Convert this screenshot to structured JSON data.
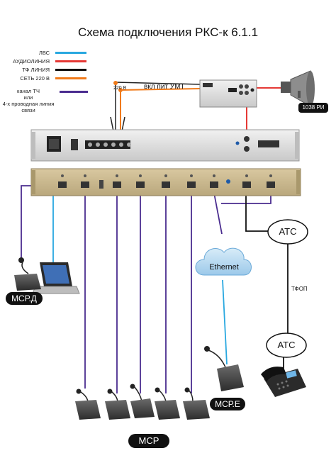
{
  "title": "Схема подключения РКС-к 6.1.1",
  "legend": [
    {
      "label": "ЛВС",
      "color": "#29a8e0"
    },
    {
      "label": "АУДИОЛИНИЯ",
      "color": "#e53935"
    },
    {
      "label": "ТФ ЛИНИЯ",
      "color": "#111111"
    },
    {
      "label": "СЕТЬ 220 В",
      "color": "#f07a1a"
    },
    {
      "label": "канал ТЧ\nили\n4-х проводная линия\nсвязи",
      "color": "#4a2c8f"
    }
  ],
  "labels": {
    "power_220": "220 В",
    "amp_power": "вкл пит УМТ",
    "speaker": "1038 РИ",
    "ats_top": "АТС",
    "ats_bottom": "АТС",
    "tfop": "ТФОП",
    "ethernet": "Ethernet",
    "mcr_d": "МСР.Д",
    "mcr_e": "МСР.Е",
    "mcr": "МСР"
  }
}
